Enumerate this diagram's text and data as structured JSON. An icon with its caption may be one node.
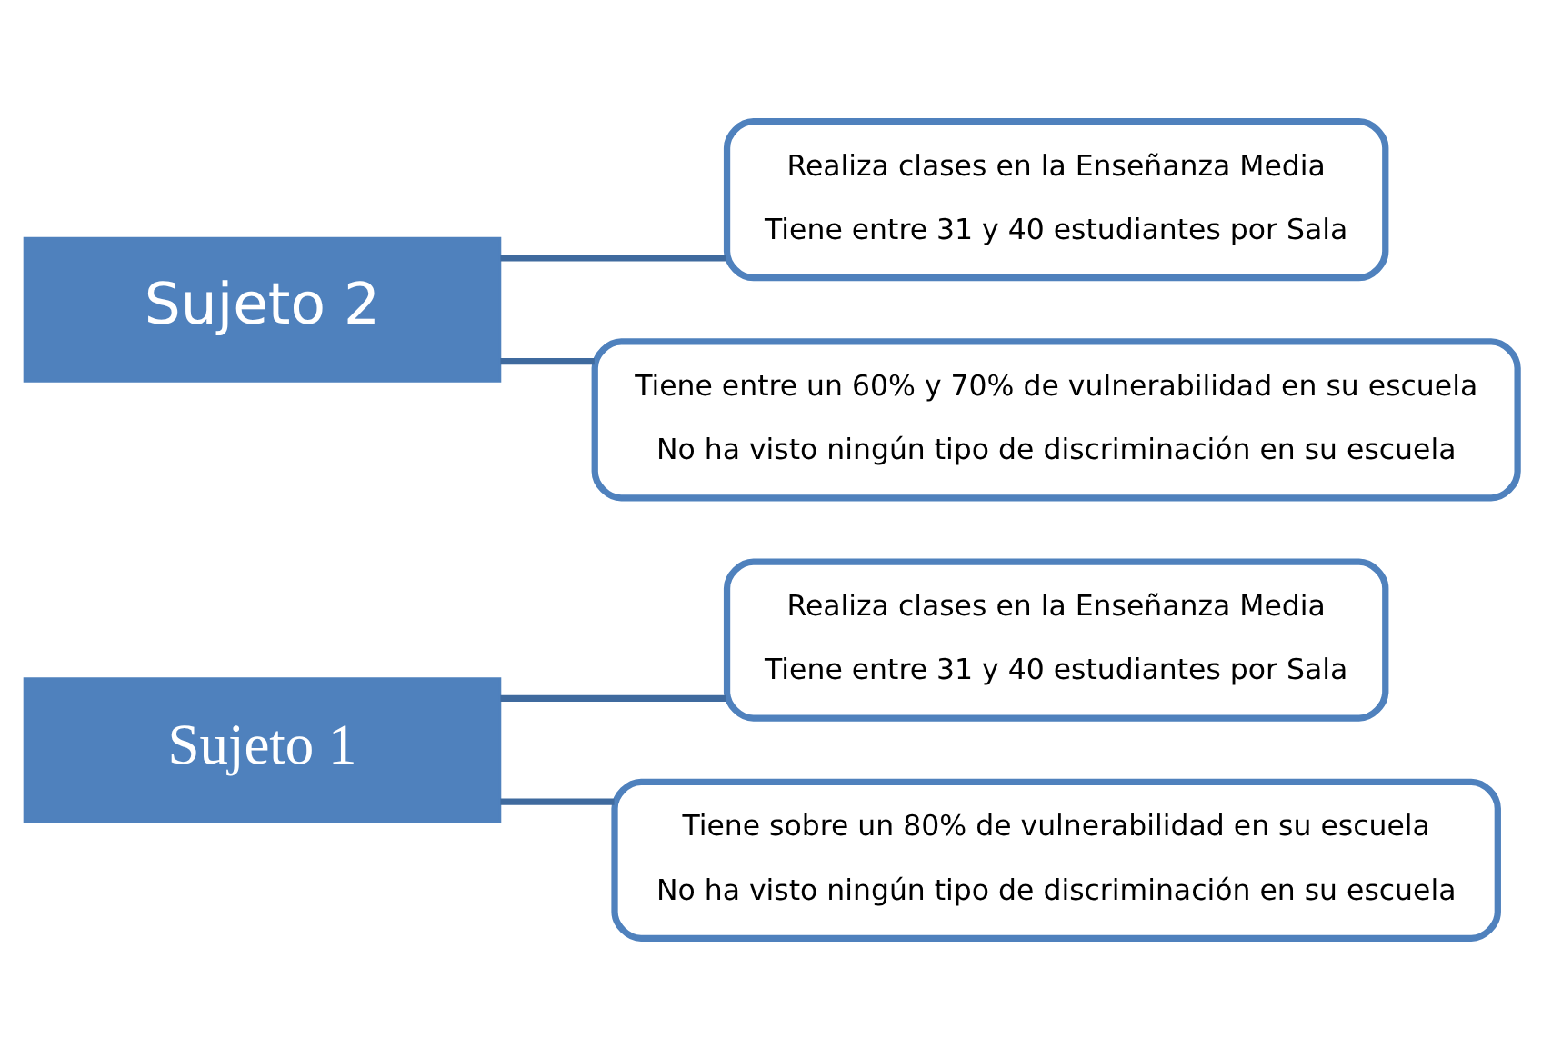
{
  "diagram": {
    "nodes": [
      {
        "text": [
          "Sujeto 1"
        ]
      },
      {
        "text": [
          "Realiza clases en la Enseñanza Media",
          "Tiene entre 31 y 40 estudiantes por Sala"
        ]
      },
      {
        "text": [
          "Tiene sobre un 80% de vulnerabilidad en su escuela",
          "No ha visto ningún tipo de discriminación en su escuela"
        ]
      },
      {
        "text": [
          "Sujeto 2"
        ]
      },
      {
        "text": [
          "Realiza clases en la Enseñanza Media",
          "Tiene entre 31 y 40 estudiantes por Sala"
        ]
      },
      {
        "text": [
          "Tiene entre un 60% y 70% de vulnerabilidad en su escuela",
          "No ha visto ningún tipo de discriminación en su escuela"
        ]
      }
    ],
    "edges": [
      {
        "from": 0,
        "to": 1,
        "arrow": "none"
      },
      {
        "from": 0,
        "to": 2,
        "arrow": "none"
      },
      {
        "from": 3,
        "to": 4,
        "arrow": "none"
      },
      {
        "from": 3,
        "to": 5,
        "arrow": "none"
      }
    ]
  }
}
